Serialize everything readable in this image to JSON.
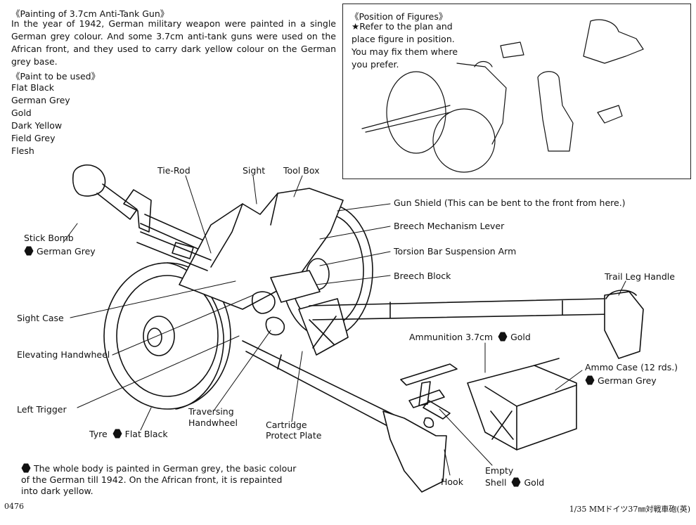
{
  "painting": {
    "heading": "《Painting of 3.7cm Anti-Tank Gun》",
    "body": "In the year of 1942, German military weapon were painted in a single German grey colour.  And some 3.7cm anti-tank guns were used on the African front, and they used to carry dark yellow colour on the German grey base."
  },
  "paints": {
    "heading": "《Paint to be used》",
    "items": [
      "Flat Black",
      "German Grey",
      "Gold",
      "Dark Yellow",
      "Field Grey",
      "Flesh"
    ]
  },
  "figures": {
    "heading": "《Position of Figures》",
    "body": "★Refer to the plan and place figure in position.  You may fix them where you prefer."
  },
  "labels": {
    "tie_rod": "Tie-Rod",
    "sight": "Sight",
    "tool_box": "Tool Box",
    "stick_bomb": "Stick Bomb",
    "stick_bomb_color": "German Grey",
    "gun_shield": "Gun Shield (This can be bent to the front from here.)",
    "breech_lever": "Breech Mechanism Lever",
    "torsion_arm": "Torsion Bar Suspension Arm",
    "breech_block": "Breech Block",
    "trail_handle": "Trail Leg Handle",
    "sight_case": "Sight Case",
    "elevating": "Elevating Handwheel",
    "left_trigger": "Left Trigger",
    "traversing_1": "Traversing",
    "traversing_2": "Handwheel",
    "tyre": "Tyre",
    "tyre_color": "Flat Black",
    "cartridge_1": "Cartridge",
    "cartridge_2": "Protect Plate",
    "ammunition": "Ammunition 3.7cm",
    "ammunition_color": "Gold",
    "ammo_case": "Ammo Case (12 rds.)",
    "ammo_case_color": "German Grey",
    "hook": "Hook",
    "empty_1": "Empty",
    "empty_2": "Shell",
    "empty_color": "Gold"
  },
  "note": {
    "line1": "The whole body is painted in German grey, the basic colour",
    "line2": "of the German till 1942.  On the African front, it is repainted",
    "line3": "into dark yellow."
  },
  "footer": {
    "code": "0476",
    "title": "1/35 MMドイツ37㎜対戦車砲(英)"
  }
}
